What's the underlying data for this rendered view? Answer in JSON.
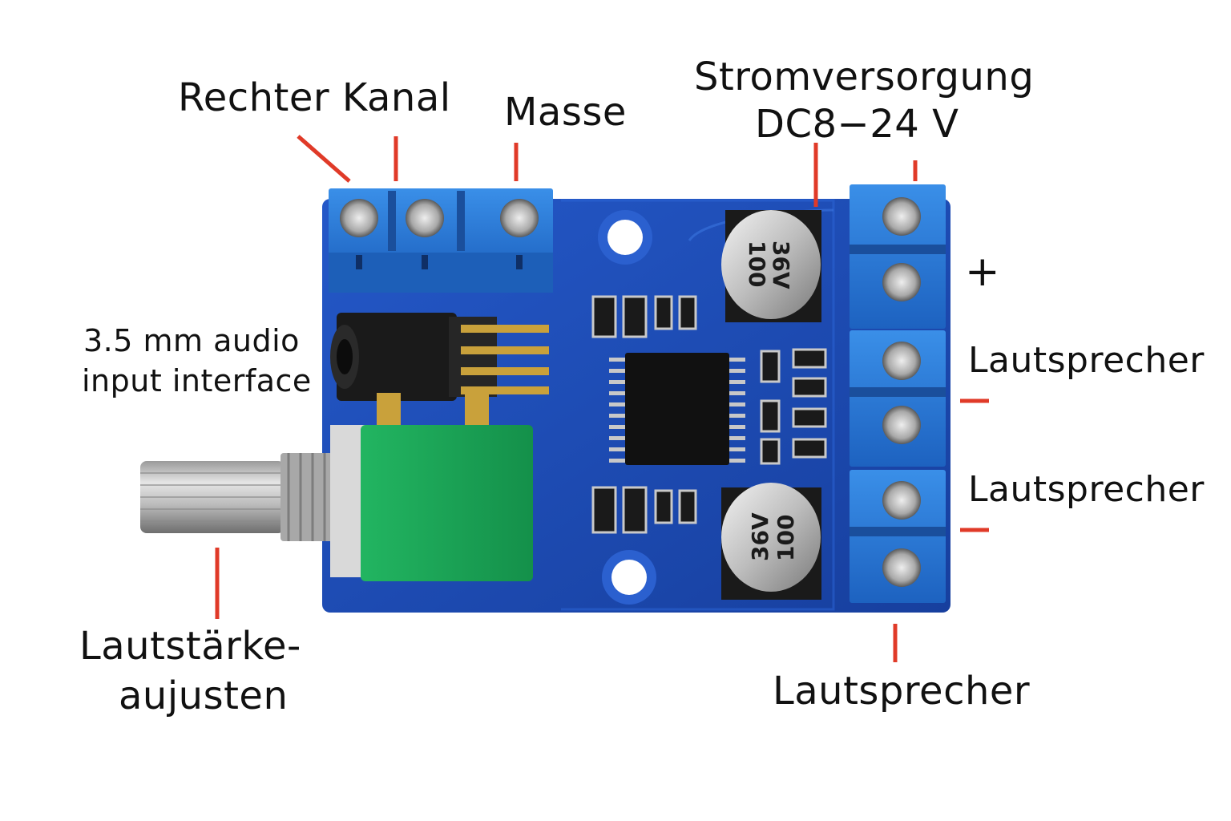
{
  "labels": {
    "right_channel": "Rechter Kanal",
    "ground": "Masse",
    "power_line1": "Stromversorgung",
    "power_line2": "DC8−24 V",
    "plus": "+",
    "speaker_1": "Lautsprecher",
    "speaker_2": "Lautsprecher",
    "speaker_3": "Lautsprecher",
    "audio_line1": "3.5 mm audio",
    "audio_line2": "input interface",
    "volume_line1": "Lautstärke-",
    "volume_line2": "aujusten",
    "minus_1": "−",
    "minus_2": "−"
  },
  "capacitor": {
    "value": "100",
    "voltage": "36V"
  },
  "colors": {
    "pcb": "#1b4fc2",
    "terminal": "#2a7fdc",
    "leader": "#e03a28",
    "pot_body": "#1fae5c"
  }
}
